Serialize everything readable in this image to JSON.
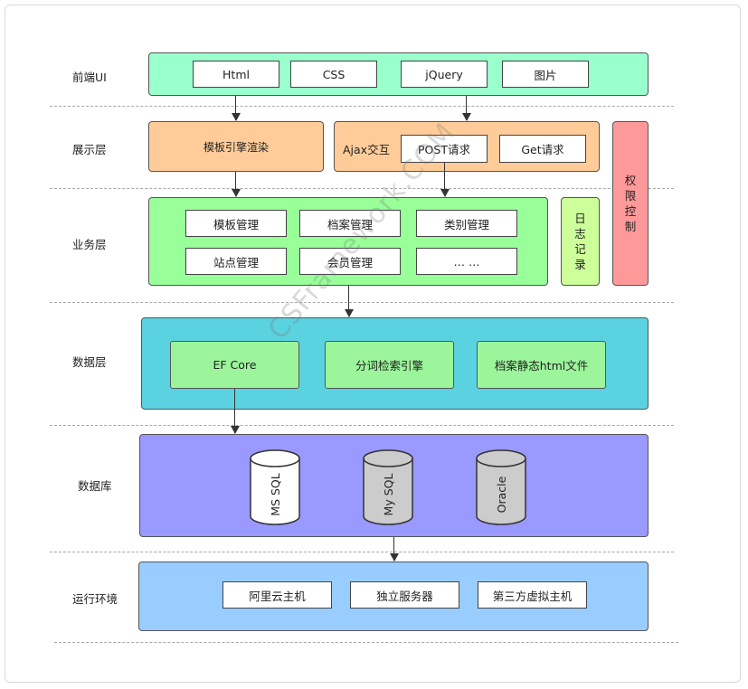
{
  "layers": {
    "frontend": "前端UI",
    "presentation": "展示层",
    "business": "业务层",
    "data": "数据层",
    "database": "数据库",
    "runtime": "运行环境"
  },
  "frontend": {
    "items": [
      "Html",
      "CSS",
      "jQuery",
      "图片"
    ]
  },
  "presentation": {
    "template_engine": "模板引擎渲染",
    "ajax": "Ajax交互",
    "post": "POST请求",
    "get": "Get请求"
  },
  "business": {
    "items": [
      "模板管理",
      "档案管理",
      "类别管理",
      "站点管理",
      "会员管理",
      "… …"
    ],
    "log": [
      "日",
      "志",
      "记",
      "录"
    ]
  },
  "permission": [
    "权",
    "限",
    "控",
    "制"
  ],
  "data_layer": {
    "items": [
      "EF Core",
      "分词检索引擎",
      "档案静态html文件"
    ]
  },
  "database": {
    "items": [
      "MS SQL",
      "My SQL",
      "Oracle"
    ]
  },
  "runtime": {
    "items": [
      "阿里云主机",
      "独立服务器",
      "第三方虚拟主机"
    ]
  },
  "watermark": "CSFramework.COM",
  "colors": {
    "frontend": "#99ffcc",
    "presentation": "#ffcc99",
    "business": "#99ff99",
    "log": "#ccff99",
    "permission": "#ff9999",
    "data_layer": "#5bd2e0",
    "database": "#9999ff",
    "runtime": "#99ccff",
    "db_white": "#ffffff",
    "db_gray": "#cccccc"
  }
}
